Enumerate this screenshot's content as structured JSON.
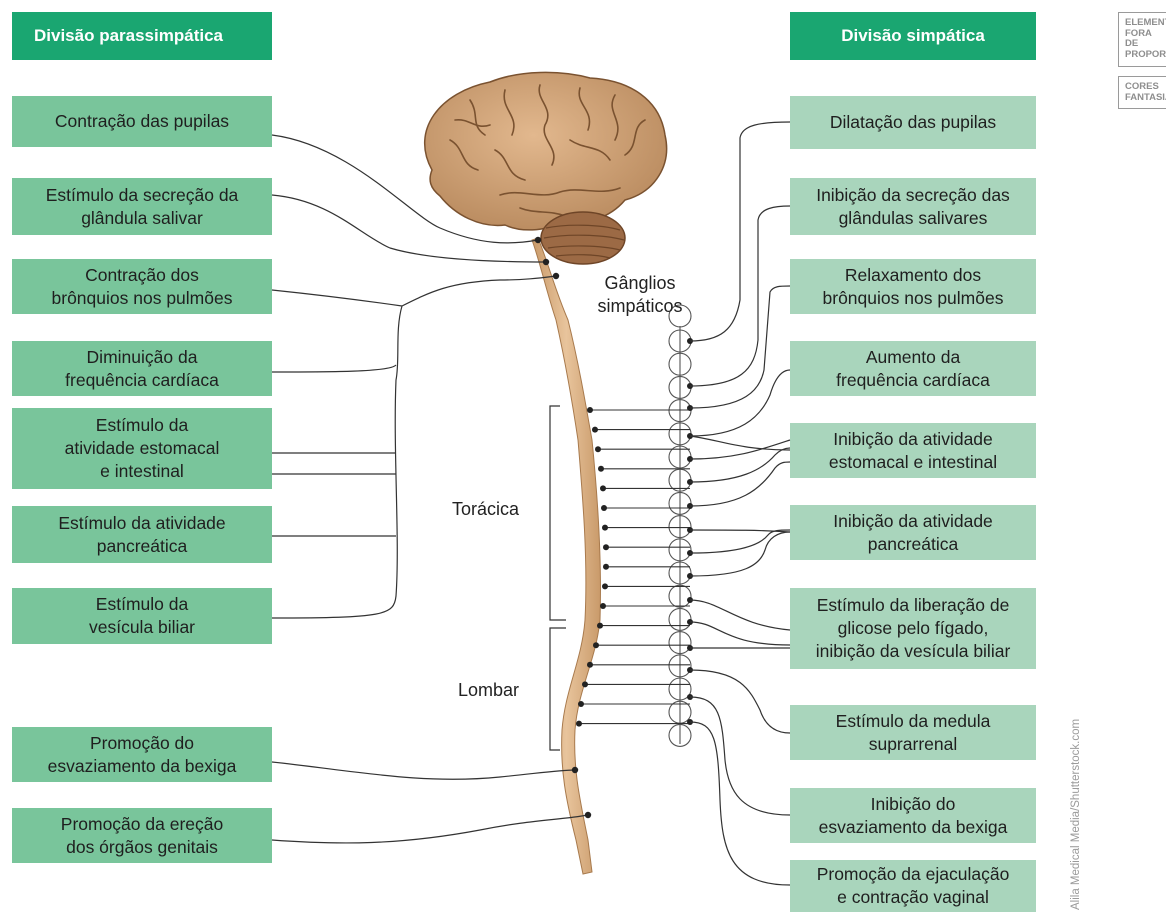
{
  "headers": {
    "parasympathetic": "Divisão parassimpática",
    "sympathetic": "Divisão simpática"
  },
  "tags": {
    "out_of_proportion": "ELEMENTOS\nFORA DE\nPROPORÇÃO",
    "fantasy_colors": "CORES\nFANTASIA"
  },
  "parasympathetic_effects": [
    "Contração das pupilas",
    "Estímulo da secreção da\nglândula salivar",
    "Contração dos\nbrônquios nos pulmões",
    "Diminuição da\nfrequência cardíaca",
    "Estímulo da\natividade estomacal\ne intestinal",
    "Estímulo da atividade\npancreática",
    "Estímulo da\nvesícula biliar",
    "Promoção do\nesvaziamento da bexiga",
    "Promoção da ereção\ndos órgãos genitais"
  ],
  "sympathetic_effects": [
    "Dilatação das pupilas",
    "Inibição da secreção das\nglândulas salivares",
    "Relaxamento dos\nbrônquios nos pulmões",
    "Aumento da\nfrequência cardíaca",
    "Inibição da atividade\nestomacal e intestinal",
    "Inibição da atividade\npancreática",
    "Estímulo da liberação de\nglicose pelo fígado,\ninibição da vesícula biliar",
    "Estímulo da medula\nsuprarrenal",
    "Inibição do\nesvaziamento da bexiga",
    "Promoção da ejaculação\ne contração vaginal"
  ],
  "labels": {
    "ganglia": "Gânglios\nsimpáticos",
    "thoracic": "Torácica",
    "lumbar": "Lombar"
  },
  "credit": "Alila Medical Media/Shutterstock.com",
  "colors": {
    "header_green": "#1aa671",
    "parasympathetic_box": "#79c59b",
    "sympathetic_box": "#a9d5bc",
    "spinal_cord": "#deb48a",
    "brain": "#c89a6c",
    "cerebellum": "#9c6a45"
  }
}
